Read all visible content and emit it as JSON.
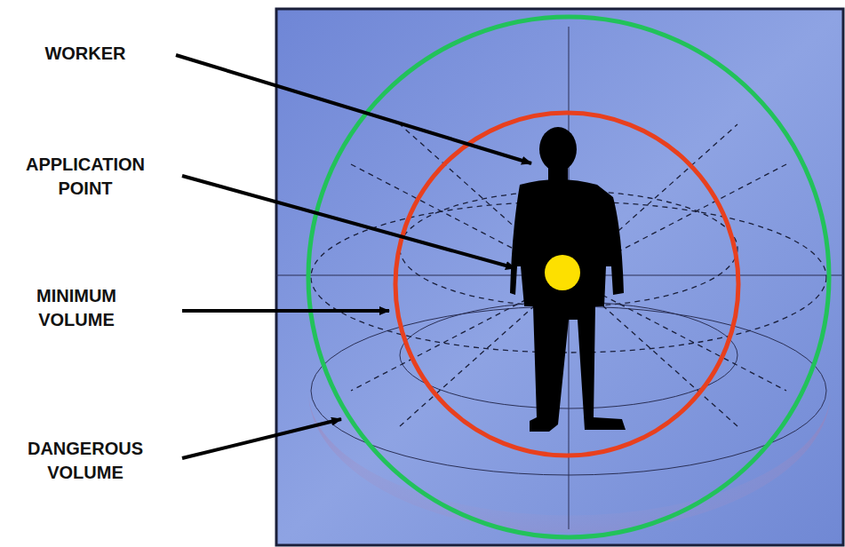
{
  "diagram": {
    "labels": [
      "WORKER",
      "APPLICATION POINT",
      "MINIMUM VOLUME",
      "DANGEROUS VOLUME"
    ]
  }
}
